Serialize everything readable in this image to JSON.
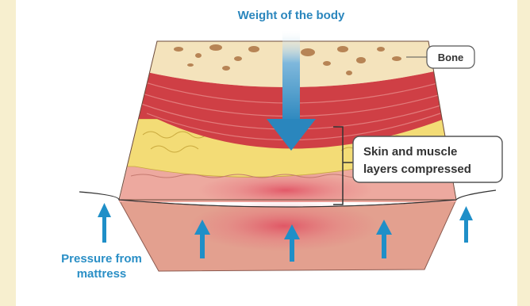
{
  "labels": {
    "weight": "Weight of the body",
    "bone": "Bone",
    "compressed_line1": "Skin and muscle",
    "compressed_line2": "layers compressed",
    "pressure_line1": "Pressure from",
    "pressure_line2": "mattress"
  },
  "colors": {
    "background": "#f7efcf",
    "bone": "#f4e3bc",
    "bone_spots": "#b78455",
    "muscle": "#cf3f45",
    "fat": "#f3dc76",
    "skin": "#eda99f",
    "mattress": "#e3a08f",
    "arrow_blue": "#1f8fc8",
    "weight_arrow": "#2a86bd",
    "label_text": "#333333",
    "pressure_text": "#2a8fc6"
  }
}
